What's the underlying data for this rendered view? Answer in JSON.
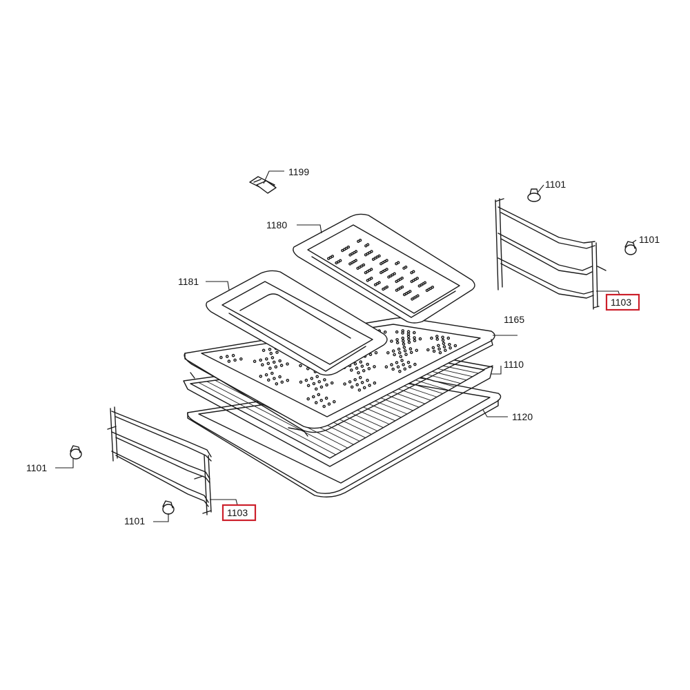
{
  "accent": {
    "highlight": "#cc1f2a",
    "line": "#1a1a1a"
  },
  "callouts": {
    "clip": "1199",
    "pan_large": "1180",
    "pan_small": "1181",
    "perforated_tray": "1165",
    "wire_rack": "1110",
    "baking_tray": "1120",
    "rail_right": "1103",
    "rail_left": "1103",
    "screw_right_top": "1101",
    "screw_right_side": "1101",
    "screw_left_top": "1101",
    "screw_left_bottom": "1101"
  },
  "highlighted": [
    "rail_right",
    "rail_left"
  ]
}
